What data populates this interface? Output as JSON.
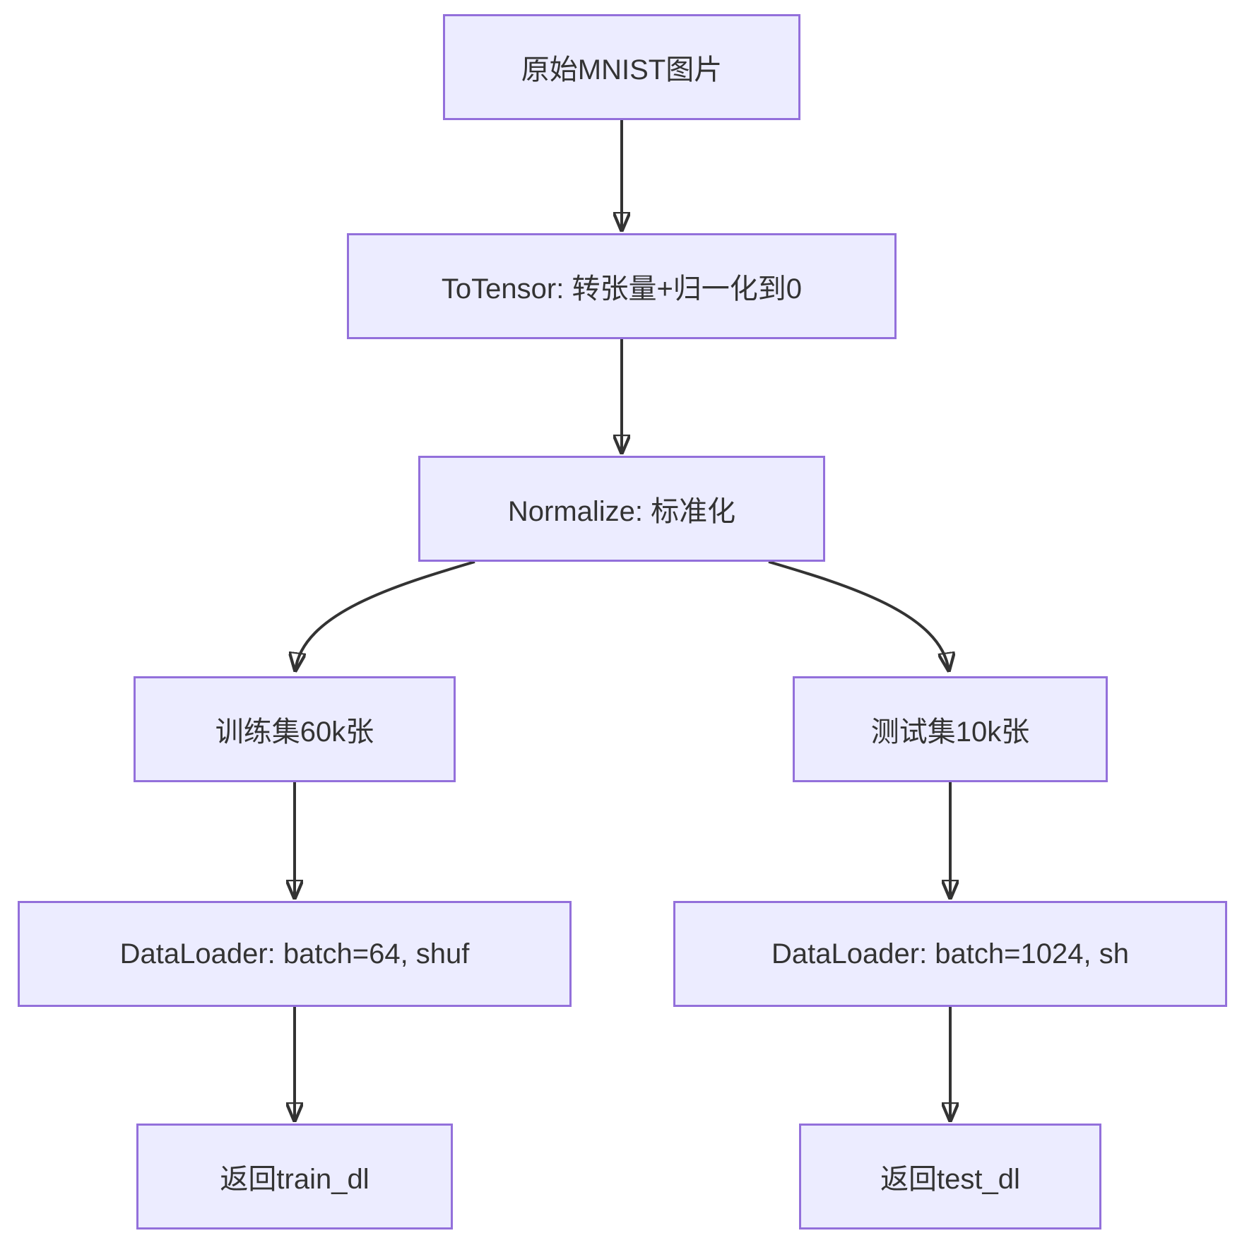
{
  "diagram": {
    "type": "flowchart",
    "orientation": "top-down",
    "colors": {
      "node_fill": "#ECECFF",
      "node_border": "#9370DB",
      "node_text": "#333333",
      "edge": "#333333",
      "background": "#FFFFFF"
    },
    "nodes": {
      "raw_mnist": {
        "label": "原始MNIST图片"
      },
      "to_tensor": {
        "label": "ToTensor: 转张量+归一化到0"
      },
      "normalize": {
        "label": "Normalize: 标准化"
      },
      "train_set": {
        "label": "训练集60k张"
      },
      "test_set": {
        "label": "测试集10k张"
      },
      "train_loader": {
        "label": "DataLoader: batch=64, shuf"
      },
      "test_loader": {
        "label": "DataLoader: batch=1024, sh"
      },
      "return_train": {
        "label": "返回train_dl"
      },
      "return_test": {
        "label": "返回test_dl"
      }
    },
    "edges": [
      {
        "from": "raw_mnist",
        "to": "to_tensor"
      },
      {
        "from": "to_tensor",
        "to": "normalize"
      },
      {
        "from": "normalize",
        "to": "train_set"
      },
      {
        "from": "normalize",
        "to": "test_set"
      },
      {
        "from": "train_set",
        "to": "train_loader"
      },
      {
        "from": "test_set",
        "to": "test_loader"
      },
      {
        "from": "train_loader",
        "to": "return_train"
      },
      {
        "from": "test_loader",
        "to": "return_test"
      }
    ]
  }
}
